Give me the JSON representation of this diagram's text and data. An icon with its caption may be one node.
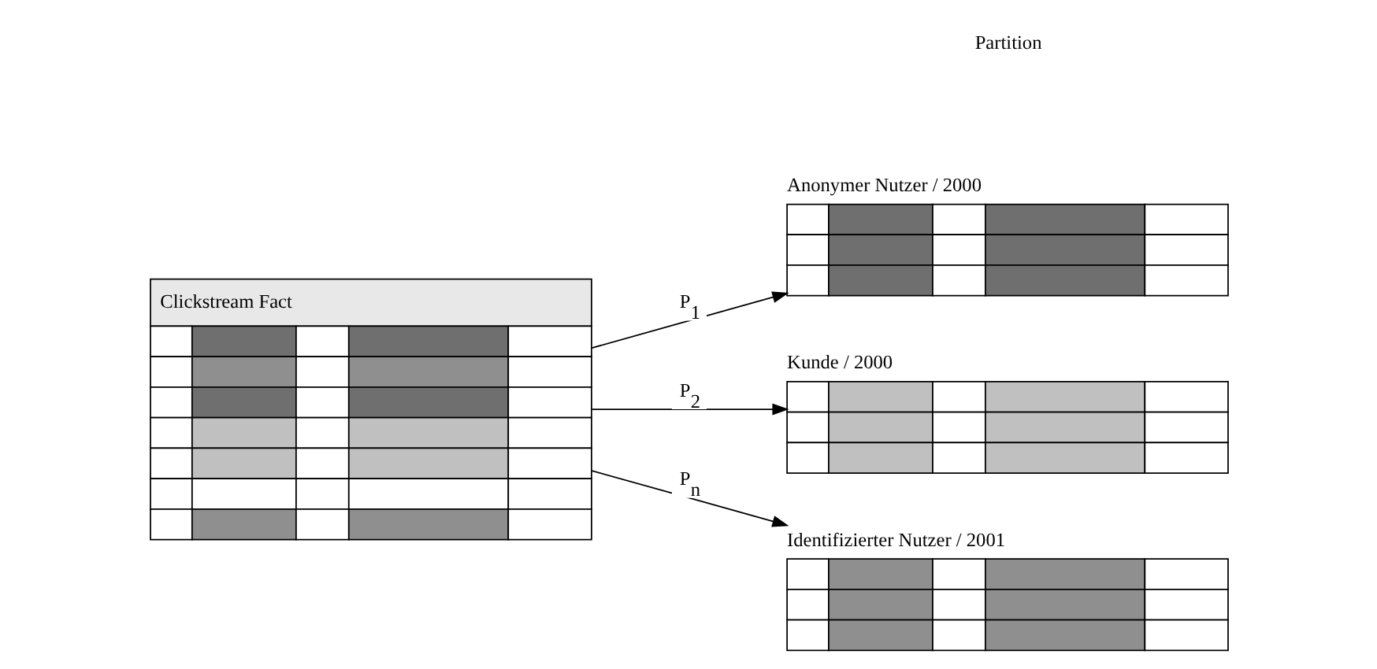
{
  "diagram": {
    "nodes": [
      {
        "text": [
          "Clickstream Fact"
        ]
      },
      {
        "text": [
          "Anonymer Nutzer / 2000"
        ]
      },
      {
        "text": [
          "Kunde / 2000"
        ]
      },
      {
        "text": [
          "Identifizierter Nutzer / 2001"
        ]
      }
    ],
    "edges": [
      {
        "from": 0,
        "to": 1,
        "arrow": "to",
        "label": "P$_{1}$"
      },
      {
        "from": 0,
        "to": 2,
        "arrow": "to",
        "label": "P$_{2}$"
      },
      {
        "from": 0,
        "to": 3,
        "arrow": "to",
        "label": "P$_{n}$"
      }
    ],
    "labels": [
      "Partition"
    ]
  }
}
